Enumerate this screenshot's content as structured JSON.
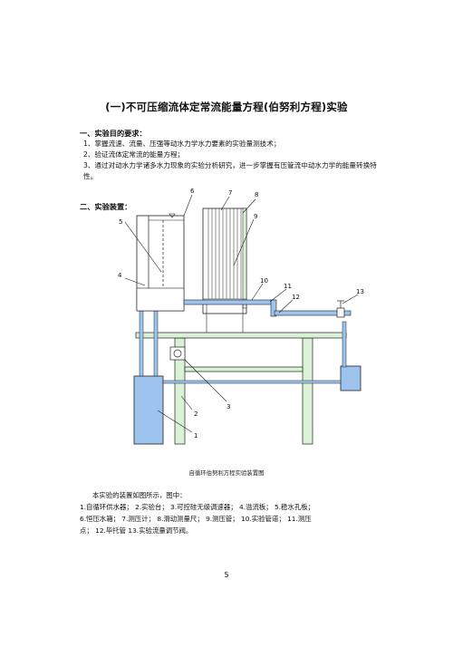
{
  "title": "(一)不可压缩流体定常流能量方程(伯努利方程)实验",
  "section1": {
    "heading": "一、实验目的要求：",
    "items": [
      "1、掌握流速、流量、压强等动水力学水力要素的实验量测技术；",
      "2、验证流体定常流的能量方程；",
      "3、通过对动水力学诸多水力现象的实验分析研究，进一步掌握有压管流中动水力学的能量转换特性。"
    ]
  },
  "section2": {
    "heading": "二、实验装置："
  },
  "diagram": {
    "labels": [
      "1",
      "2",
      "3",
      "4",
      "5",
      "6",
      "7",
      "8",
      "9",
      "10",
      "11",
      "12",
      "13"
    ],
    "colors": {
      "water": "#9cc4ee",
      "frame": "#d9f2d6",
      "line": "#222222"
    }
  },
  "caption": "自循环伯努利方程实验装置图",
  "description": {
    "intro": "本实验的装置如图所示，图中：",
    "line1": "1.自循环供水器；   2.实验台；   3.可控硅无级调速器；   4.溢流板；   5.稳水孔板；",
    "line2": "6.恒压水箱；   7.测压计；   8.滑动测量尺；   9.测压管；  10.实验管道；   11.测压",
    "line3": "点；   12.毕托管   13.实验流量调节阀。"
  },
  "page_number": "5"
}
